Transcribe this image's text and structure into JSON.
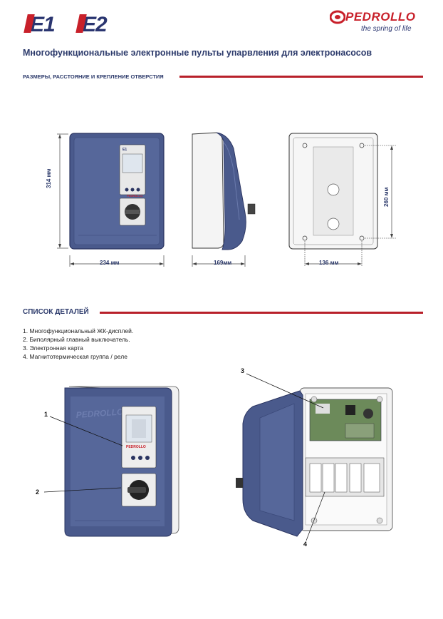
{
  "header": {
    "logo_e1": "E1",
    "logo_e2": "E2",
    "brand_name": "PEDROLLO",
    "brand_tagline": "the spring of life",
    "subtitle": "Многофункциональные электронные пульты упарвления для электронасосов"
  },
  "section_dimensions": {
    "title": "РАЗМЕРЫ, РАССТОЯНИЕ И КРЕПЛЕНИЕ ОТВЕРСТИЯ",
    "height_label": "314 мм",
    "width_label": "234 мм",
    "depth_label": "169мм",
    "hole_width_label": "136 мм",
    "hole_height_label": "260 мм"
  },
  "section_parts": {
    "title": "СПИСОК ДЕТАЛЕЙ",
    "items": [
      "1. Многофункциональный ЖК-дисплей.",
      "2. Биполярный главный выключатель.",
      "3. Электронная карта",
      "4. Магнитотермическая группа / реле"
    ],
    "callouts": [
      "1",
      "2",
      "3",
      "4"
    ]
  },
  "device": {
    "panel_logo": "E1",
    "panel_brand": "PEDROLLO",
    "body_brand": "PEDROLLO"
  },
  "colors": {
    "accent_red": "#b8202a",
    "navy": "#2c3a6b",
    "panel_blue": "#4a5a8c"
  }
}
